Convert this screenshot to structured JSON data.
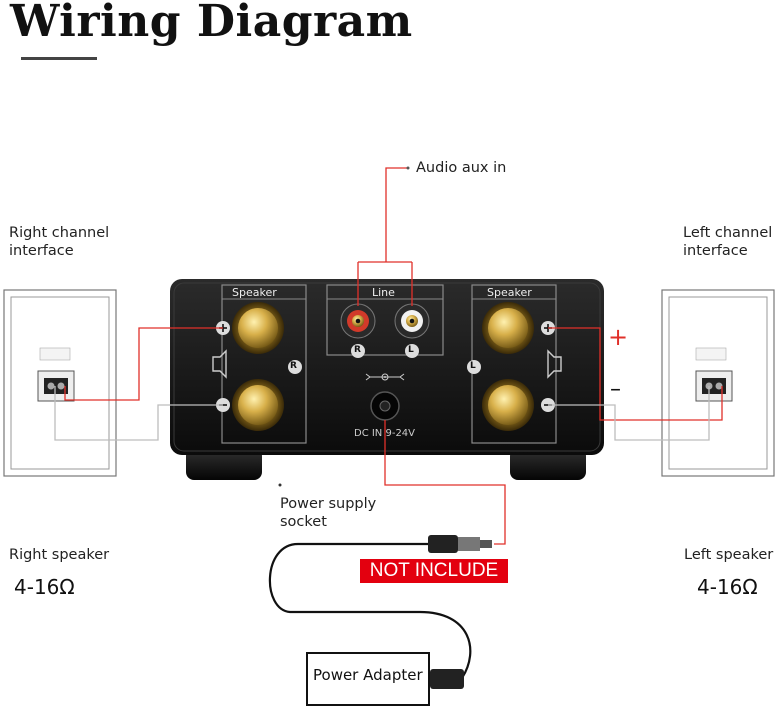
{
  "title": "Wiring Diagram",
  "labels": {
    "audio_aux_in": "Audio aux in",
    "right_channel_line1": "Right channel",
    "right_channel_line2": "interface",
    "left_channel_line1": "Left channel",
    "left_channel_line2": "interface",
    "power_supply_line1": "Power supply",
    "power_supply_line2": "socket",
    "right_speaker": "Right speaker",
    "left_speaker": "Left speaker",
    "right_impedance": "4-16Ω",
    "left_impedance": "4-16Ω",
    "not_include": "NOT INCLUDE",
    "power_adapter": "Power  Adapter"
  },
  "amplifier": {
    "speaker_left_panel": "Speaker",
    "speaker_right_panel": "Speaker",
    "line_panel": "Line",
    "r_marker": "R",
    "l_marker": "L",
    "line_r": "R",
    "line_l": "L",
    "dc_in": "DC IN 9-24V",
    "plus": "+",
    "minus": "−"
  },
  "polarity": {
    "plus": "+",
    "minus": "–"
  },
  "colors": {
    "wire_red": "#e0302a",
    "wire_gray": "#bfbfbf",
    "body": "#141414",
    "gold": "#c9a23a",
    "badge_red": "#e3000f"
  }
}
